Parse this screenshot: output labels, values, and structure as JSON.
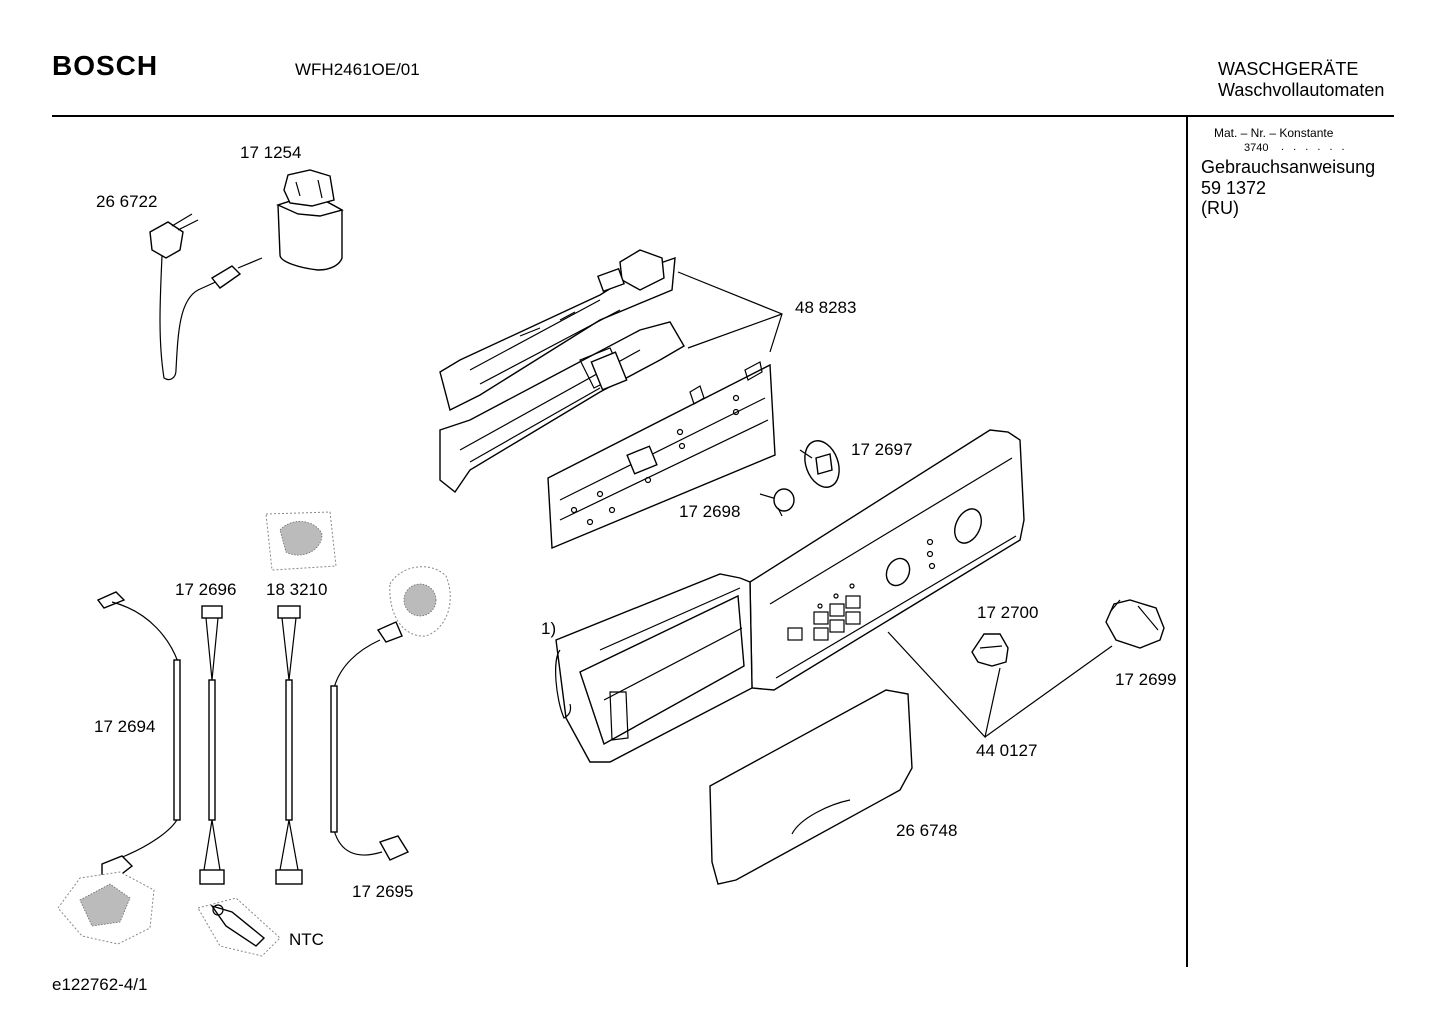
{
  "header": {
    "brand": "BOSCH",
    "model": "WFH2461OE/01",
    "category_line1": "WASCHGERÄTE",
    "category_line2": "Waschvollautomaten"
  },
  "sidebar": {
    "mat_label": "Mat. – Nr. – Konstante",
    "mat_value": "3740",
    "mat_dots": ". . . . . .",
    "doc_title": "Gebrauchsanweisung",
    "doc_number": "59 1372",
    "doc_lang": "(RU)"
  },
  "callouts": {
    "p171254": "17 1254",
    "p266722": "26 6722",
    "p488283": "48 8283",
    "p172697": "17 2697",
    "p172698": "17 2698",
    "p172696": "17 2696",
    "p183210": "18 3210",
    "p172694": "17 2694",
    "p172695": "17 2695",
    "ntc": "NTC",
    "note1": "1)",
    "p172700": "17 2700",
    "p172699": "17 2699",
    "p440127": "44 0127",
    "p266748": "26 6748"
  },
  "footer": {
    "drawing_id": "e122762-4/1"
  }
}
